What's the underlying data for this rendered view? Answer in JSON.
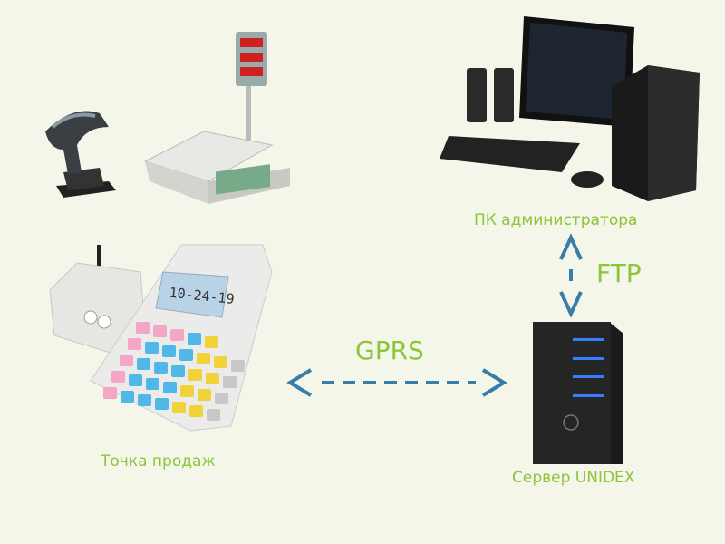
{
  "nodes": {
    "pos": {
      "label": "Точка продаж"
    },
    "server": {
      "label": "Сервер UNIDEX"
    },
    "admin_pc": {
      "label": "ПК администратора"
    }
  },
  "links": {
    "gprs": {
      "label": "GPRS"
    },
    "ftp": {
      "label": "FTP"
    }
  },
  "devices": {
    "cash_register_display": "10-24-19"
  },
  "colors": {
    "background": "#f3f6e8",
    "label": "#8cc43a",
    "arrow": "#3a7ca8"
  }
}
